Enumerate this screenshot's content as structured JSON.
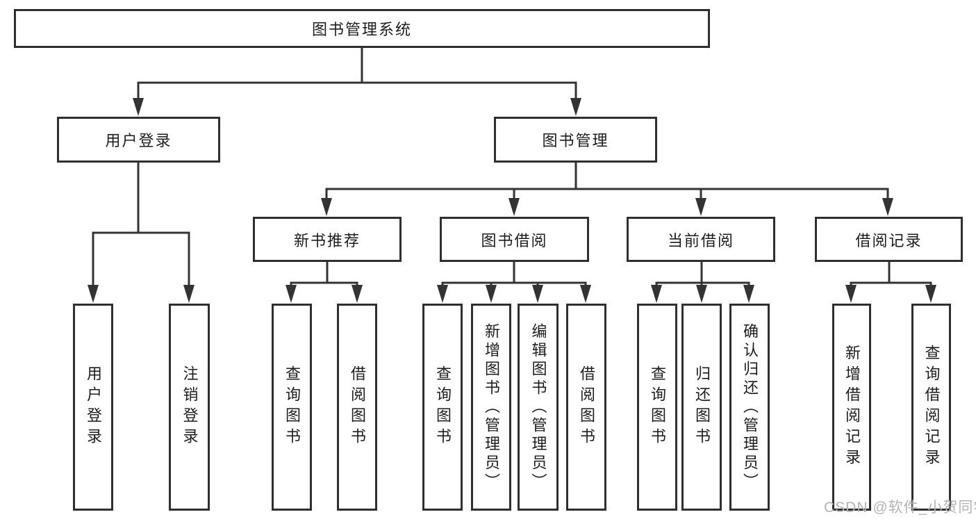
{
  "tree": {
    "root": "图书管理系统",
    "children": [
      {
        "label": "用户登录",
        "children": [
          "用户登录",
          "注销登录"
        ]
      },
      {
        "label": "图书管理",
        "children": [
          {
            "label": "新书推荐",
            "children": [
              "查询图书",
              "借阅图书"
            ]
          },
          {
            "label": "图书借阅",
            "children": [
              "查询图书",
              "新增图书（管理员）",
              "编辑图书（管理员）",
              "借阅图书"
            ]
          },
          {
            "label": "当前借阅",
            "children": [
              "查询图书",
              "归还图书",
              "确认归还（管理员）"
            ]
          },
          {
            "label": "借阅记录",
            "children": [
              "新增借阅记录",
              "查询借阅记录"
            ]
          }
        ]
      }
    ]
  },
  "watermark": "CSDN @软件_小贺同学",
  "colors": {
    "line": "#333333",
    "border": "#2f2f2f",
    "text": "#1d1d1f",
    "watermark": "#b3b3b3",
    "background": "#ffffff"
  }
}
